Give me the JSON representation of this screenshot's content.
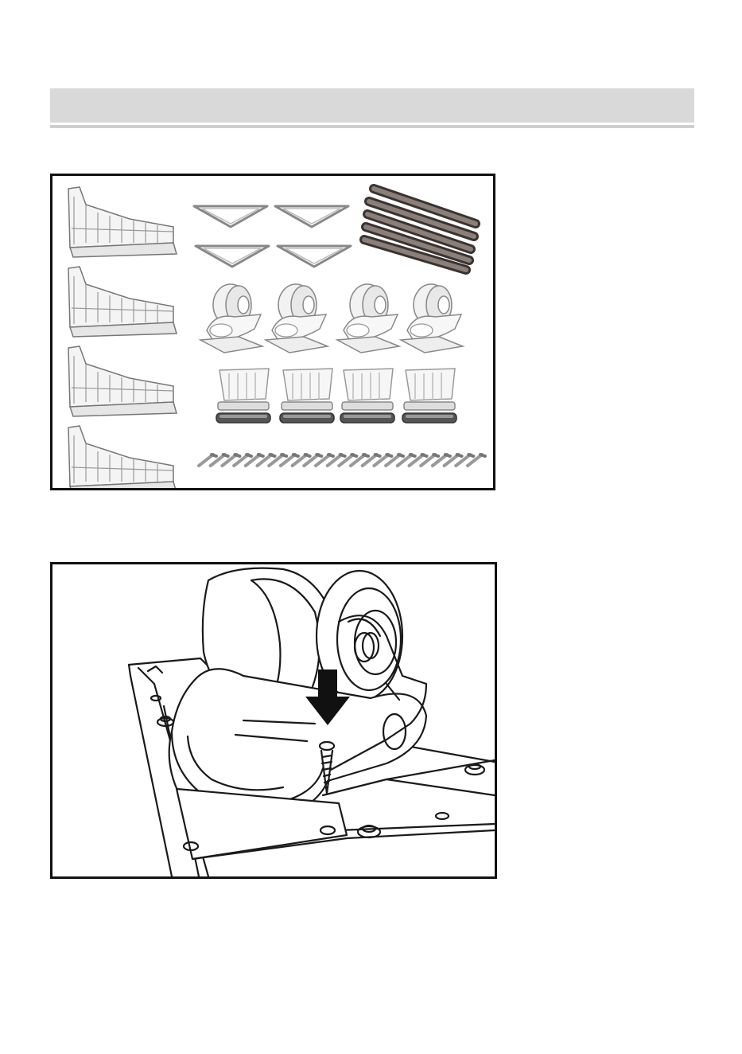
{
  "page": {
    "header_text": "",
    "colors": {
      "header_band": "#d9d9d9",
      "frame": "#111111",
      "tube": "#8a7f79"
    }
  },
  "figures": [
    {
      "icons": [
        "leveling-foot-bracket-icon",
        "triangle-plate-icon",
        "support-tube-icon",
        "caster-wheel-icon",
        "adjustable-foot-icon",
        "screw-icon"
      ],
      "counts": {
        "leveling_foot_bracket": 4,
        "triangle_plate": 4,
        "support_tube": 5,
        "caster_wheel": 4,
        "adjustable_foot": 4,
        "screw": 24
      }
    },
    {
      "icons": [
        "caster-wheel-icon",
        "down-arrow-icon",
        "screw-icon",
        "base-frame-icon"
      ]
    }
  ]
}
